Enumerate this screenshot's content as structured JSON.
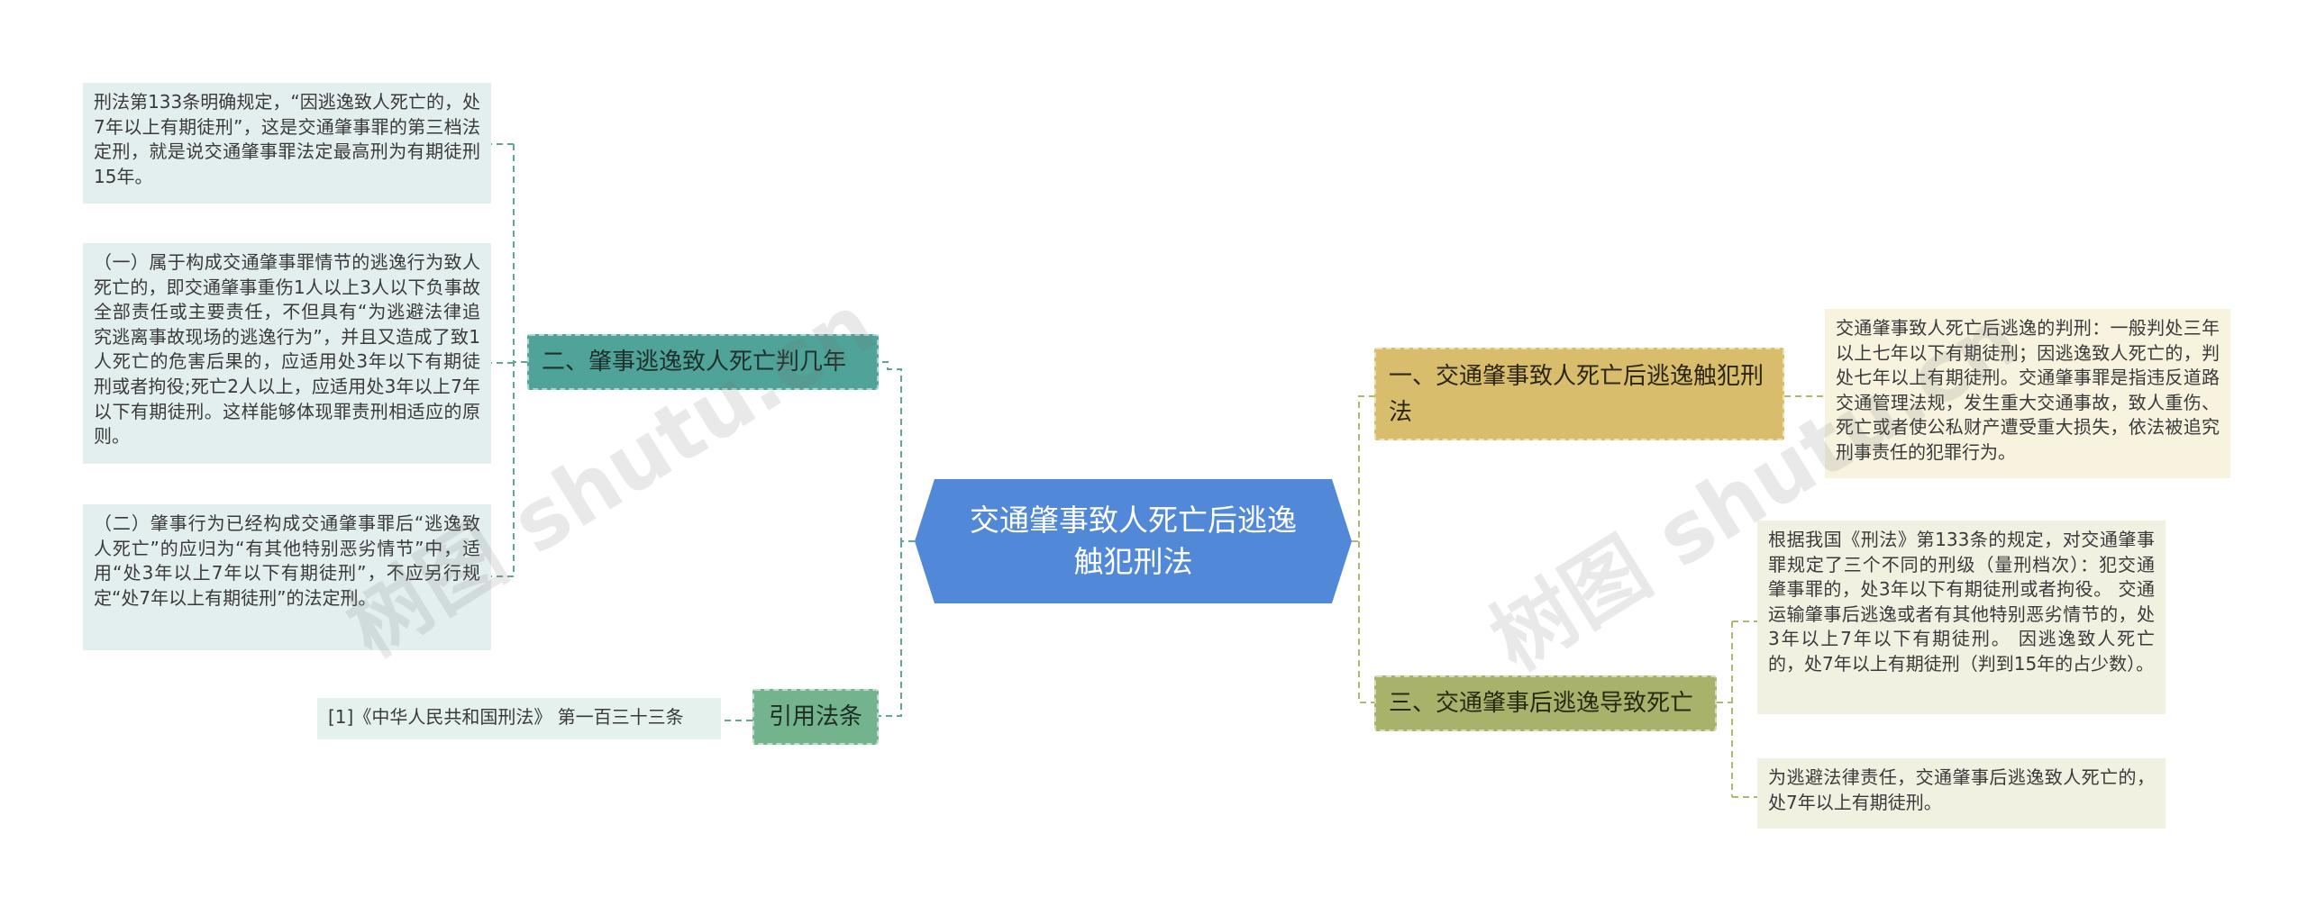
{
  "root": {
    "label": "交通肇事致人死亡后逃逸触犯刑法"
  },
  "left": {
    "branch2": {
      "label": "二、肇事逃逸致人死亡判几年",
      "leaves": [
        "刑法第133条明确规定，“因逃逸致人死亡的，处7年以上有期徒刑”，这是交通肇事罪的第三档法定刑，就是说交通肇事罪法定最高刑为有期徒刑15年。",
        "（一）属于构成交通肇事罪情节的逃逸行为致人死亡的，即交通肇事重伤1人以上3人以下负事故全部责任或主要责任，不但具有“为逃避法律追究逃离事故现场的逃逸行为”，并且又造成了致1人死亡的危害后果的，应适用处3年以下有期徒刑或者拘役;死亡2人以上，应适用处3年以上7年以下有期徒刑。这样能够体现罪责刑相适应的原则。",
        "（二）肇事行为已经构成交通肇事罪后“逃逸致人死亡”的应归为“有其他特别恶劣情节”中，适用“处3年以上7年以下有期徒刑”，不应另行规定“处7年以上有期徒刑”的法定刑。"
      ]
    },
    "citation": {
      "label": "引用法条",
      "leaves": [
        "[1]《中华人民共和国刑法》 第一百三十三条"
      ]
    }
  },
  "right": {
    "branch1": {
      "label": "一、交通肇事致人死亡后逃逸触犯刑法",
      "leaves": [
        "交通肇事致人死亡后逃逸的判刑：一般判处三年以上七年以下有期徒刑；因逃逸致人死亡的，判处七年以上有期徒刑。交通肇事罪是指违反道路交通管理法规，发生重大交通事故，致人重伤、死亡或者使公私财产遭受重大损失，依法被追究刑事责任的犯罪行为。"
      ]
    },
    "branch3": {
      "label": "三、交通肇事后逃逸导致死亡",
      "leaves": [
        "根据我国《刑法》第133条的规定，对交通肇事罪规定了三个不同的刑级（量刑档次）：犯交通肇事罪的，处3年以下有期徒刑或者拘役。 交通运输肇事后逃逸或者有其他特别恶劣情节的，处3年以上7年以下有期徒刑。 因逃逸致人死亡的，处7年以上有期徒刑（判到15年的占少数）。",
        "为逃避法律责任，交通肇事后逃逸致人死亡的，处7年以上有期徒刑。"
      ]
    }
  },
  "watermarks": [
    "树图 shutu.cn",
    "树图 shutu.cn"
  ],
  "colors": {
    "root": "#5288d8",
    "branch_teal": "#4fa398",
    "branch_green": "#73b48f",
    "branch_gold": "#d8bd6c",
    "branch_olive": "#a9b26b",
    "link_left": "#5fa59a",
    "link_right": "#b5b66e"
  }
}
